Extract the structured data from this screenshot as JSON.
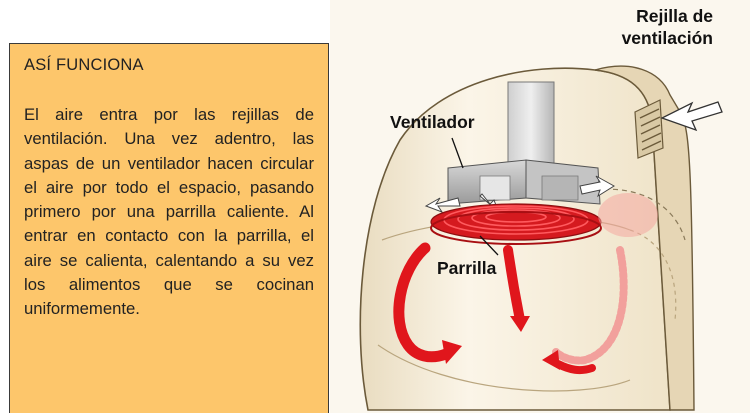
{
  "panel": {
    "heading": "ASÍ FUNCIONA",
    "body": "El aire entra por las rejillas de ventilación. Una vez adentro, las aspas de un ventilador hacen circular el aire por todo el espacio, pasando primero por una parrilla caliente. Al entrar en contacto con la parrilla, el aire se calienta, calentando a su vez los alimentos que se cocinan uniformemente."
  },
  "diagram": {
    "labels": {
      "vent_line1": "Rejilla de",
      "vent_line2": "ventilación",
      "fan": "Ventilador",
      "grill": "Parrilla"
    },
    "colors": {
      "panel_bg": "#fdc66b",
      "heat_red": "#e0161c",
      "body_shell": "#f5ecd8"
    }
  }
}
